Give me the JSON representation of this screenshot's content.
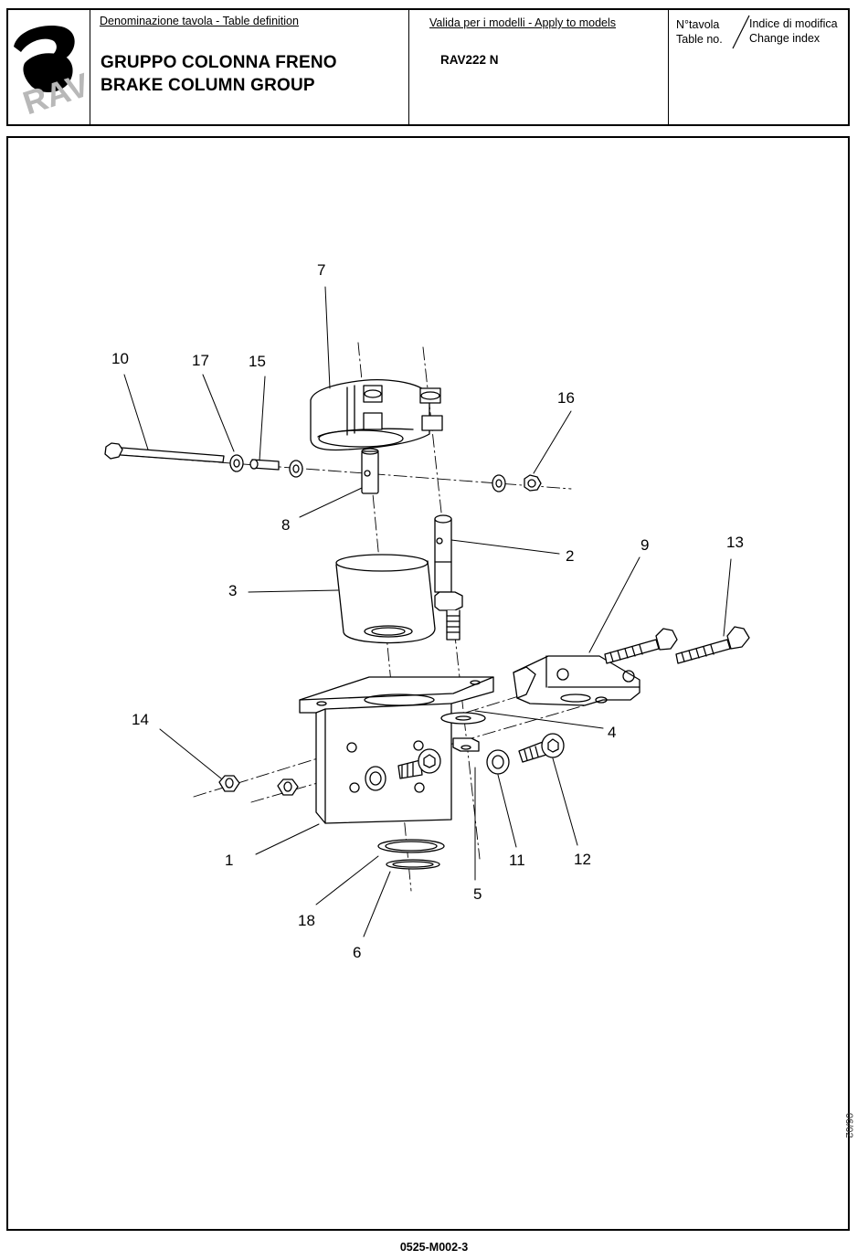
{
  "header": {
    "logo_text": "RAV",
    "table_definition_label": "Denominazione tavola - Table definition",
    "title_it": "GRUPPO COLONNA FRENO",
    "title_en": "BRAKE COLUMN GROUP",
    "models_label": "Valida per i modelli - Apply to models",
    "model": "RAV222 N",
    "table_no_it": "N°tavola",
    "table_no_en": "Table no.",
    "change_index_it": "Indice di modifica",
    "change_index_en": "Change index"
  },
  "callouts": [
    "1",
    "2",
    "3",
    "4",
    "5",
    "6",
    "7",
    "8",
    "9",
    "10",
    "11",
    "12",
    "13",
    "14",
    "15",
    "16",
    "17",
    "18"
  ],
  "footer": {
    "drawing_code": "0525-M002-3"
  },
  "side_code": "06/02"
}
